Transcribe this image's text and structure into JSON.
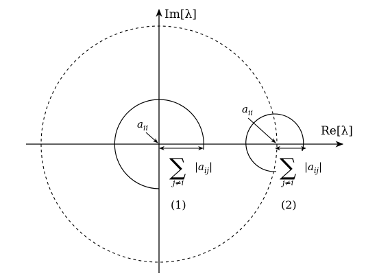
{
  "axes": {
    "real_label": "Re[λ]",
    "imag_label": "Im[λ]"
  },
  "disc1": {
    "center_label": "a",
    "center_label_sub": "ii",
    "radius_label_abs": "|a",
    "radius_label_abs_sub": "ij",
    "radius_label_abs_end": "|",
    "sum_symbol": "∑",
    "sum_index": "j≠i",
    "caption": "(1)"
  },
  "disc2": {
    "center_label": "a",
    "center_label_sub": "ii",
    "radius_label_abs": "|a",
    "radius_label_abs_sub": "ij",
    "radius_label_abs_end": "|",
    "sum_symbol": "∑",
    "sum_index": "j≠i",
    "caption": "(2)"
  },
  "colors": {
    "stroke": "#000000",
    "background": "#ffffff"
  }
}
